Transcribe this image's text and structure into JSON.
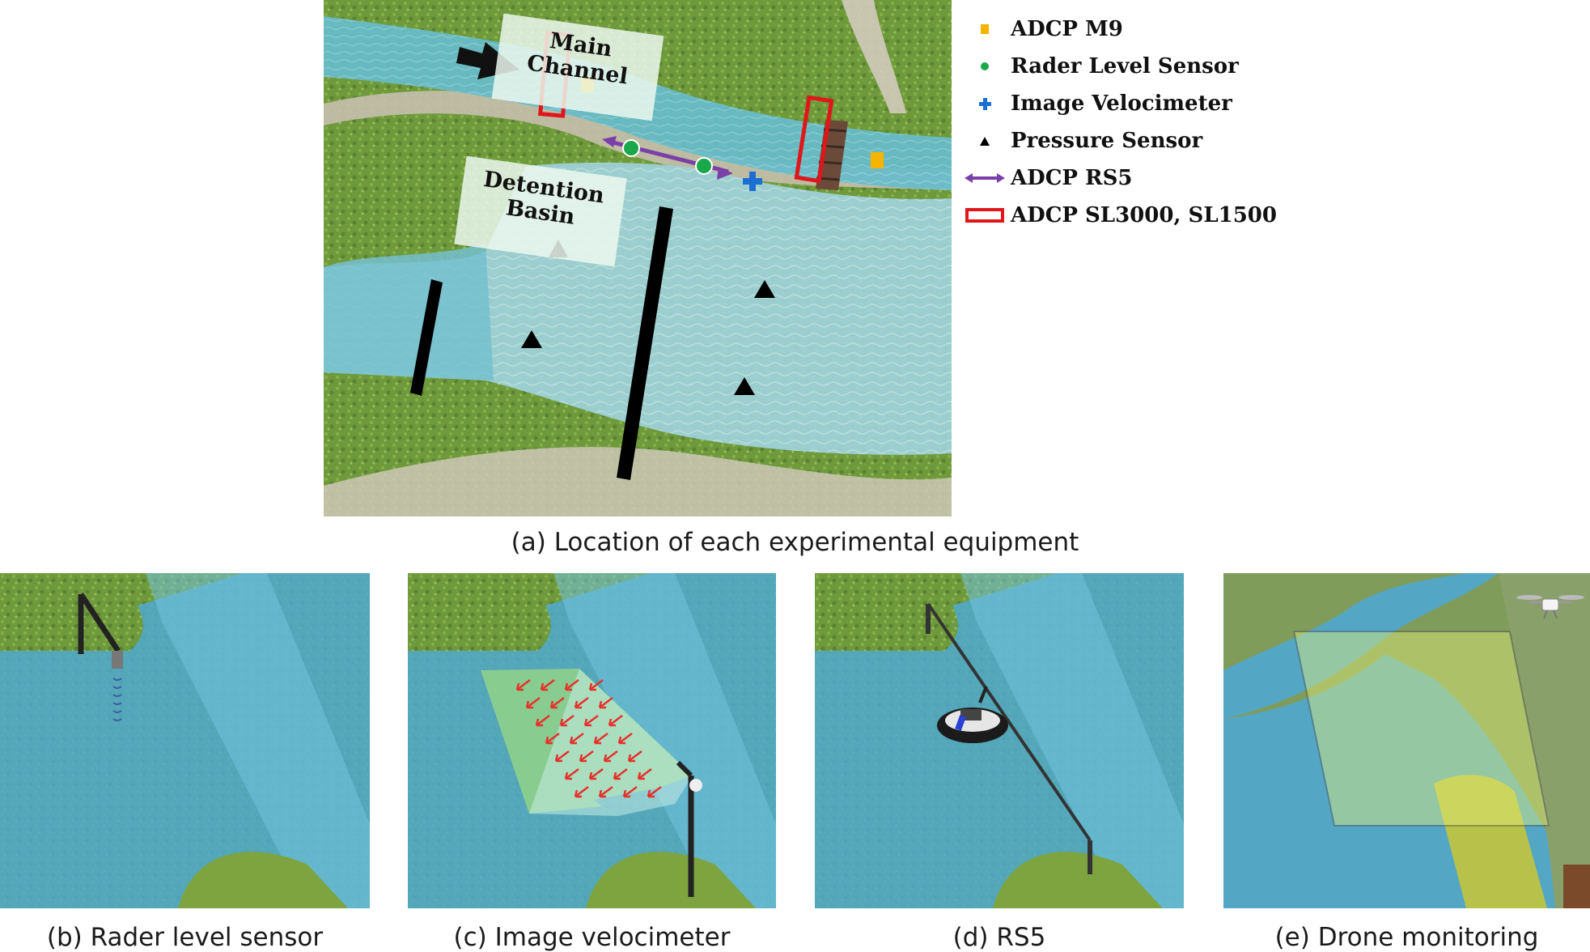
{
  "figure": {
    "main_map": {
      "labels": {
        "main_channel": "Main\nChannel",
        "detention_basin": "Detention\nBasin"
      },
      "legend": [
        {
          "symbol": "orange-square-icon",
          "label": "ADCP M9",
          "color": "#f5b400"
        },
        {
          "symbol": "green-circle-icon",
          "label": "Rader Level Sensor",
          "color": "#1aa84b"
        },
        {
          "symbol": "blue-plus-icon",
          "label": "Image Velocimeter",
          "color": "#1b6fd3"
        },
        {
          "symbol": "black-triangle-icon",
          "label": "Pressure Sensor",
          "color": "#000000"
        },
        {
          "symbol": "purple-double-arrow-icon",
          "label": "ADCP RS5",
          "color": "#7a3fa8"
        },
        {
          "symbol": "red-rectangle-icon",
          "label": "ADCP SL3000, SL1500",
          "color": "#e0161b"
        }
      ],
      "caption": "(a) Location of each experimental equipment"
    },
    "panels": [
      {
        "id": "b",
        "caption": "(b) Rader level sensor"
      },
      {
        "id": "c",
        "caption": "(c) Image velocimeter"
      },
      {
        "id": "d",
        "caption": "(d) RS5"
      },
      {
        "id": "e",
        "caption": "(e) Drone monitoring"
      }
    ],
    "colors": {
      "water": "#4fb3cf",
      "grass": "#6e9a3a",
      "path": "#c9c2b3"
    }
  }
}
